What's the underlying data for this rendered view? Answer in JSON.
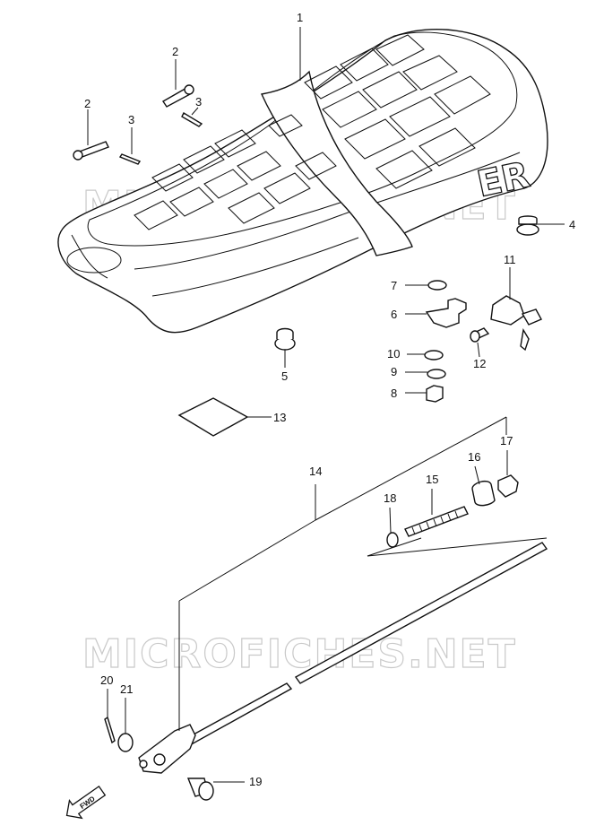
{
  "watermark": "MICROFICHES.NET",
  "seat_emblem": "ER",
  "fwd_label": "FWD",
  "callouts": [
    {
      "id": "c1",
      "num": "1"
    },
    {
      "id": "c2a",
      "num": "2"
    },
    {
      "id": "c2b",
      "num": "2"
    },
    {
      "id": "c3a",
      "num": "3"
    },
    {
      "id": "c3b",
      "num": "3"
    },
    {
      "id": "c4",
      "num": "4"
    },
    {
      "id": "c5",
      "num": "5"
    },
    {
      "id": "c6",
      "num": "6"
    },
    {
      "id": "c7",
      "num": "7"
    },
    {
      "id": "c8",
      "num": "8"
    },
    {
      "id": "c9",
      "num": "9"
    },
    {
      "id": "c10",
      "num": "10"
    },
    {
      "id": "c11",
      "num": "11"
    },
    {
      "id": "c12",
      "num": "12"
    },
    {
      "id": "c13",
      "num": "13"
    },
    {
      "id": "c14",
      "num": "14"
    },
    {
      "id": "c15",
      "num": "15"
    },
    {
      "id": "c16",
      "num": "16"
    },
    {
      "id": "c17",
      "num": "17"
    },
    {
      "id": "c18",
      "num": "18"
    },
    {
      "id": "c19",
      "num": "19"
    },
    {
      "id": "c20",
      "num": "20"
    },
    {
      "id": "c21",
      "num": "21"
    }
  ]
}
